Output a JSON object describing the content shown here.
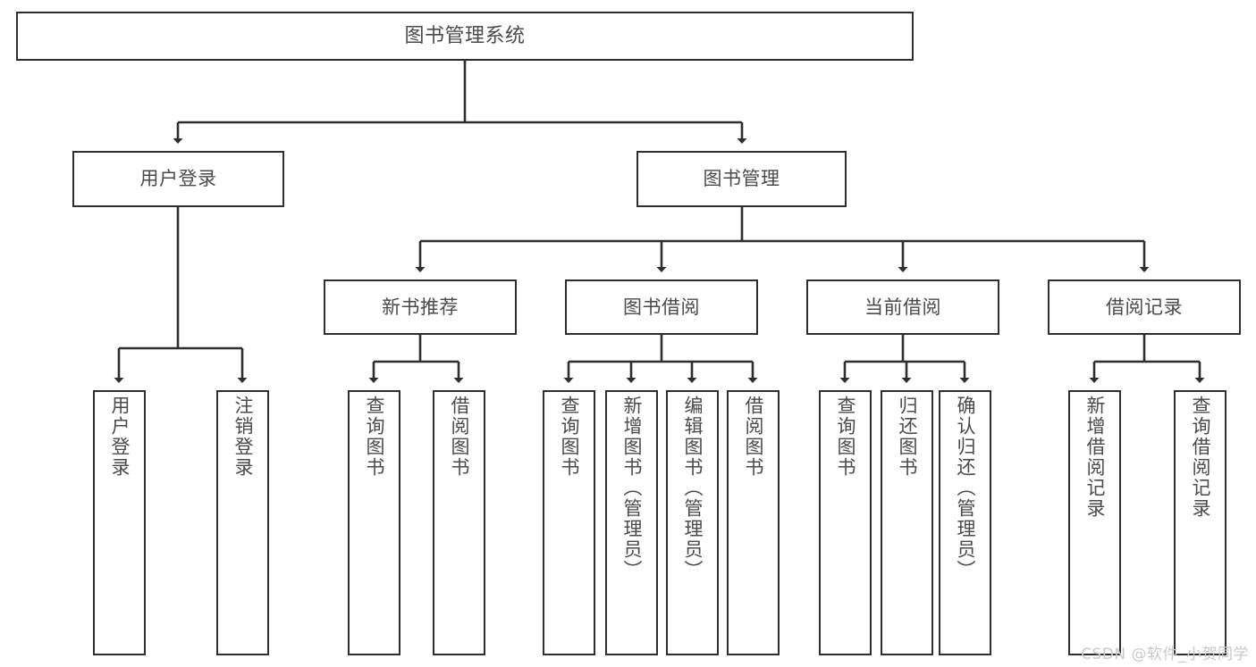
{
  "diagram": {
    "title": "图书管理系统",
    "type": "tree-hierarchy-chart",
    "watermark": "CSDN @软件_小贺同学",
    "colors": {
      "box_border": "#2e2e2e",
      "box_fill": "#ffffff",
      "text": "#4a4a4a",
      "edge": "#2e2e2e",
      "watermark": "#c9c9c9",
      "background": "#ffffff"
    },
    "nodes": {
      "root": {
        "label": "图书管理系统"
      },
      "level2": [
        {
          "id": "user-login",
          "label": "用户登录"
        },
        {
          "id": "book-manage",
          "label": "图书管理"
        }
      ],
      "level3": [
        {
          "id": "new-book-recommend",
          "label": "新书推荐"
        },
        {
          "id": "book-borrow",
          "label": "图书借阅"
        },
        {
          "id": "current-borrow",
          "label": "当前借阅"
        },
        {
          "id": "borrow-record",
          "label": "借阅记录"
        }
      ],
      "leaves": [
        {
          "id": "leaf-user-login",
          "label": "用户登录",
          "parent": "user-login"
        },
        {
          "id": "leaf-logout-login",
          "label": "注销登录",
          "parent": "user-login"
        },
        {
          "id": "leaf-query-book-1",
          "label": "查询图书",
          "parent": "new-book-recommend"
        },
        {
          "id": "leaf-borrow-book-1",
          "label": "借阅图书",
          "parent": "new-book-recommend"
        },
        {
          "id": "leaf-query-book-2",
          "label": "查询图书",
          "parent": "book-borrow"
        },
        {
          "id": "leaf-add-book",
          "label": "新增图书（管理员）",
          "parent": "book-borrow"
        },
        {
          "id": "leaf-edit-book",
          "label": "编辑图书（管理员）",
          "parent": "book-borrow"
        },
        {
          "id": "leaf-borrow-book-2",
          "label": "借阅图书",
          "parent": "book-borrow"
        },
        {
          "id": "leaf-query-book-3",
          "label": "查询图书",
          "parent": "current-borrow"
        },
        {
          "id": "leaf-return-book",
          "label": "归还图书",
          "parent": "current-borrow"
        },
        {
          "id": "leaf-confirm-return",
          "label": "确认归还（管理员）",
          "parent": "current-borrow"
        },
        {
          "id": "leaf-add-record",
          "label": "新增借阅记录",
          "parent": "borrow-record"
        },
        {
          "id": "leaf-query-record",
          "label": "查询借阅记录",
          "parent": "borrow-record"
        }
      ]
    }
  }
}
